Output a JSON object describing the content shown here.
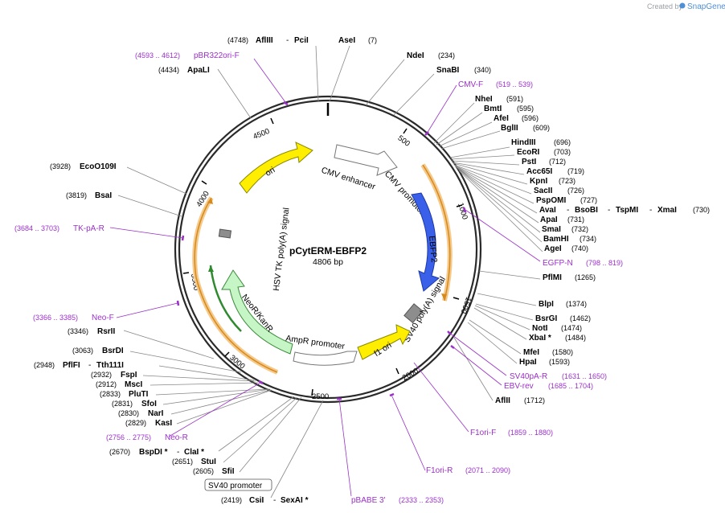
{
  "credit": {
    "prefix": "Created by",
    "brand": "SnapGene"
  },
  "plasmid": {
    "name": "pCytERM-EBFP2",
    "length_label": "4806 bp"
  },
  "ticks": [
    "500",
    "1000",
    "1500",
    "2000",
    "2500",
    "3000",
    "3500",
    "4000",
    "4500"
  ],
  "features": [
    {
      "label": "CMV enhancer"
    },
    {
      "label": "CMV promoter"
    },
    {
      "label": "EBFP2"
    },
    {
      "label": "SV40 poly(A) signal"
    },
    {
      "label": "f1 ori"
    },
    {
      "label": "AmpR promoter"
    },
    {
      "label": "NeoR/KanR"
    },
    {
      "label": "HSV TK poly(A) signal"
    },
    {
      "label": "ori"
    }
  ],
  "sites": [
    {
      "name": "AflIII",
      "name2": "PciI",
      "pos": "(4748)"
    },
    {
      "name": "AseI",
      "pos": "(7)"
    },
    {
      "name": "NdeI",
      "pos": "(234)"
    },
    {
      "name": "SnaBI",
      "pos": "(340)"
    },
    {
      "name": "NheI",
      "pos": "(591)"
    },
    {
      "name": "BmtI",
      "pos": "(595)"
    },
    {
      "name": "AfeI",
      "pos": "(596)"
    },
    {
      "name": "BglII",
      "pos": "(609)"
    },
    {
      "name": "HindIII",
      "pos": "(696)"
    },
    {
      "name": "EcoRI",
      "pos": "(703)"
    },
    {
      "name": "PstI",
      "pos": "(712)"
    },
    {
      "name": "Acc65I",
      "pos": "(719)"
    },
    {
      "name": "KpnI",
      "pos": "(723)"
    },
    {
      "name": "SacII",
      "pos": "(726)"
    },
    {
      "name": "PspOMI",
      "pos": "(727)"
    },
    {
      "name": "AvaI",
      "name2": "BsoBI",
      "name3": "TspMI",
      "name4": "XmaI",
      "pos": "(730)"
    },
    {
      "name": "ApaI",
      "pos": "(731)"
    },
    {
      "name": "SmaI",
      "pos": "(732)"
    },
    {
      "name": "BamHI",
      "pos": "(734)"
    },
    {
      "name": "AgeI",
      "pos": "(740)"
    },
    {
      "name": "PflMI",
      "pos": "(1265)"
    },
    {
      "name": "BlpI",
      "pos": "(1374)"
    },
    {
      "name": "BsrGI",
      "pos": "(1462)"
    },
    {
      "name": "NotI",
      "pos": "(1474)"
    },
    {
      "name": "XbaI *",
      "pos": "(1484)"
    },
    {
      "name": "MfeI",
      "pos": "(1580)"
    },
    {
      "name": "HpaI",
      "pos": "(1593)"
    },
    {
      "name": "AflII",
      "pos": "(1712)"
    },
    {
      "name": "CsiI",
      "name2": "SexAI *",
      "pos": "(2419)"
    },
    {
      "name": "SfiI",
      "pos": "(2605)"
    },
    {
      "name": "StuI",
      "pos": "(2651)"
    },
    {
      "name": "BspDI *",
      "name2": "ClaI *",
      "pos": "(2670)"
    },
    {
      "name": "KasI",
      "pos": "(2829)"
    },
    {
      "name": "NarI",
      "pos": "(2830)"
    },
    {
      "name": "SfoI",
      "pos": "(2831)"
    },
    {
      "name": "PluTI",
      "pos": "(2833)"
    },
    {
      "name": "MscI",
      "pos": "(2912)"
    },
    {
      "name": "FspI",
      "pos": "(2932)"
    },
    {
      "name": "PflFI",
      "name2": "Tth111I",
      "pos": "(2948)"
    },
    {
      "name": "BsrDI",
      "pos": "(3063)"
    },
    {
      "name": "RsrII",
      "pos": "(3346)"
    },
    {
      "name": "BsaI",
      "pos": "(3819)"
    },
    {
      "name": "EcoO109I",
      "pos": "(3928)"
    },
    {
      "name": "ApaLI",
      "pos": "(4434)"
    }
  ],
  "primers": [
    {
      "name": "pBR322ori-F",
      "range": "(4593 .. 4612)"
    },
    {
      "name": "CMV-F",
      "range": "(519 .. 539)"
    },
    {
      "name": "EGFP-N",
      "range": "(798 .. 819)"
    },
    {
      "name": "SV40pA-R",
      "range": "(1631 .. 1650)"
    },
    {
      "name": "EBV-rev",
      "range": "(1685 .. 1704)"
    },
    {
      "name": "F1ori-F",
      "range": "(1859 .. 1880)"
    },
    {
      "name": "F1ori-R",
      "range": "(2071 .. 2090)"
    },
    {
      "name": "pBABE 3'",
      "range": "(2333 .. 2353)"
    },
    {
      "name": "Neo-R",
      "range": "(2756 .. 2775)"
    },
    {
      "name": "Neo-F",
      "range": "(3366 .. 3385)"
    },
    {
      "name": "TK-pA-R",
      "range": "(3684 .. 3703)"
    }
  ],
  "boxed": {
    "label": "SV40 promoter"
  },
  "colors": {
    "backbone": "#2a2a2a",
    "primer": "#9b30c8",
    "ebfp2": "#3a5fe8",
    "ori": "#ffee00",
    "neo": "#c6f5c6",
    "orange_track": "#e8a23c",
    "grey_feature": "#8d8d8d"
  }
}
